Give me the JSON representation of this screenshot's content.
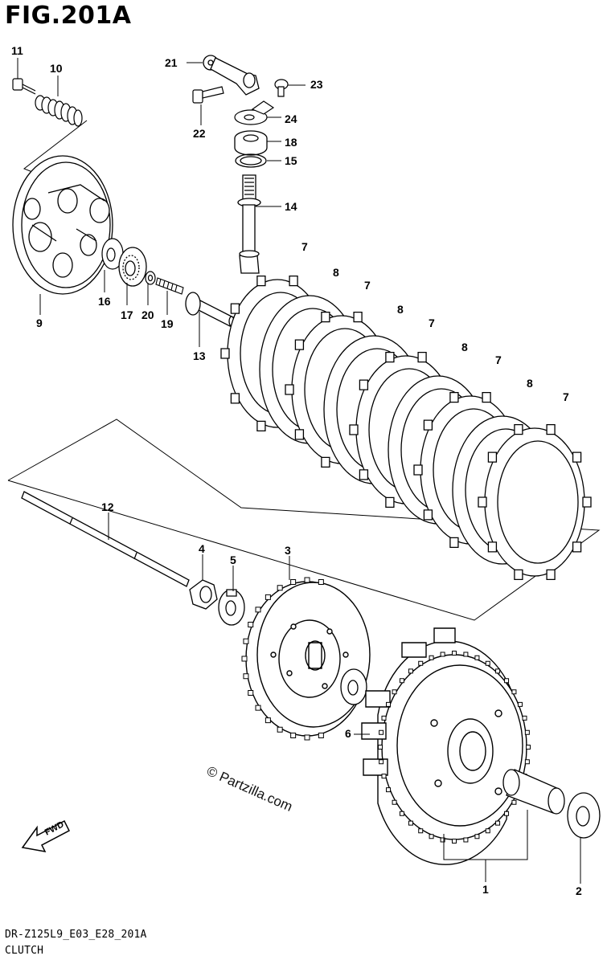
{
  "figure": {
    "title": "FIG.201A"
  },
  "footer": {
    "code": "DR-Z125L9_E03_E28_201A",
    "caption": "CLUTCH"
  },
  "watermark": {
    "text": "© Partzilla.com"
  },
  "fwd_arrow": {
    "label": "FWD"
  },
  "labels": {
    "p1": "1",
    "p2": "2",
    "p3": "3",
    "p4": "4",
    "p5": "5",
    "p6": "6",
    "p7a": "7",
    "p7b": "7",
    "p7c": "7",
    "p7d": "7",
    "p7e": "7",
    "p8a": "8",
    "p8b": "8",
    "p8c": "8",
    "p8d": "8",
    "p9": "9",
    "p10": "10",
    "p11": "11",
    "p12": "12",
    "p13": "13",
    "p14": "14",
    "p15": "15",
    "p16": "16",
    "p17": "17",
    "p18": "18",
    "p19": "19",
    "p20": "20",
    "p21": "21",
    "p22": "22",
    "p23": "23",
    "p24": "24"
  }
}
